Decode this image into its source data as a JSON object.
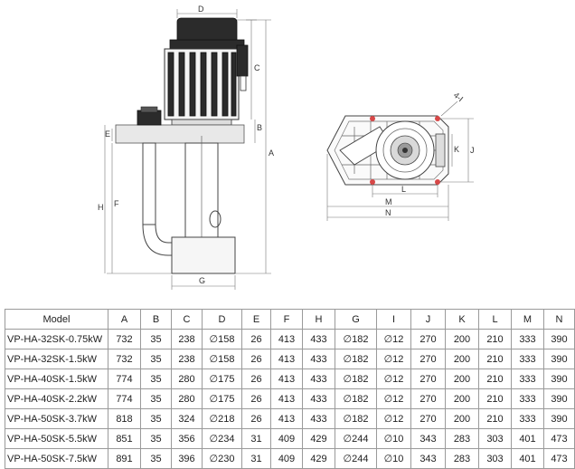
{
  "drawing": {
    "side_view_labels": {
      "D": "D",
      "C": "C",
      "B": "B",
      "A": "A",
      "E": "E",
      "F": "F",
      "H": "H",
      "G": "G"
    },
    "top_view_labels": {
      "I": "4-I",
      "K": "K",
      "J": "J",
      "L": "L",
      "M": "M",
      "N": "N"
    }
  },
  "table": {
    "headers": [
      "Model",
      "A",
      "B",
      "C",
      "D",
      "E",
      "F",
      "H",
      "G",
      "I",
      "J",
      "K",
      "L",
      "M",
      "N"
    ],
    "rows": [
      [
        "VP-HA-32SK-0.75kW",
        "732",
        "35",
        "238",
        "∅158",
        "26",
        "413",
        "433",
        "∅182",
        "∅12",
        "270",
        "200",
        "210",
        "333",
        "390"
      ],
      [
        "VP-HA-32SK-1.5kW",
        "732",
        "35",
        "238",
        "∅158",
        "26",
        "413",
        "433",
        "∅182",
        "∅12",
        "270",
        "200",
        "210",
        "333",
        "390"
      ],
      [
        "VP-HA-40SK-1.5kW",
        "774",
        "35",
        "280",
        "∅175",
        "26",
        "413",
        "433",
        "∅182",
        "∅12",
        "270",
        "200",
        "210",
        "333",
        "390"
      ],
      [
        "VP-HA-40SK-2.2kW",
        "774",
        "35",
        "280",
        "∅175",
        "26",
        "413",
        "433",
        "∅182",
        "∅12",
        "270",
        "200",
        "210",
        "333",
        "390"
      ],
      [
        "VP-HA-50SK-3.7kW",
        "818",
        "35",
        "324",
        "∅218",
        "26",
        "413",
        "433",
        "∅182",
        "∅12",
        "270",
        "200",
        "210",
        "333",
        "390"
      ],
      [
        "VP-HA-50SK-5.5kW",
        "851",
        "35",
        "356",
        "∅234",
        "31",
        "409",
        "429",
        "∅244",
        "∅10",
        "343",
        "283",
        "303",
        "401",
        "473"
      ],
      [
        "VP-HA-50SK-7.5kW",
        "891",
        "35",
        "396",
        "∅230",
        "31",
        "409",
        "429",
        "∅244",
        "∅10",
        "343",
        "283",
        "303",
        "401",
        "473"
      ]
    ]
  }
}
